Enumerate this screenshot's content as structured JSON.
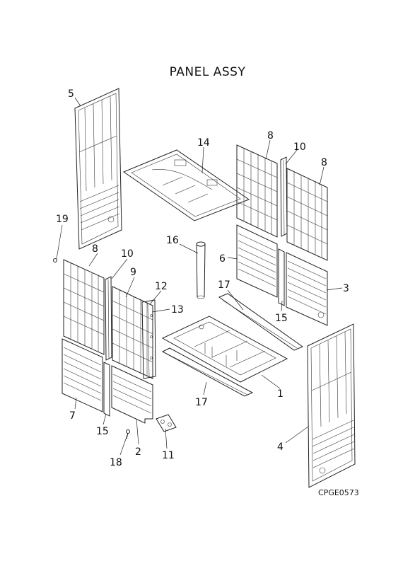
{
  "title": "PANEL ASSY",
  "figure_code": "CPGE0573",
  "callouts": {
    "c1": "1",
    "c2": "2",
    "c3": "3",
    "c4": "4",
    "c5": "5",
    "c6": "6",
    "c7": "7",
    "c8a": "8",
    "c8b": "8",
    "c8c": "8",
    "c9": "9",
    "c10a": "10",
    "c10b": "10",
    "c11": "11",
    "c12": "12",
    "c13": "13",
    "c14": "14",
    "c15a": "15",
    "c15b": "15",
    "c16": "16",
    "c17a": "17",
    "c17b": "17",
    "c18": "18",
    "c19": "19"
  }
}
